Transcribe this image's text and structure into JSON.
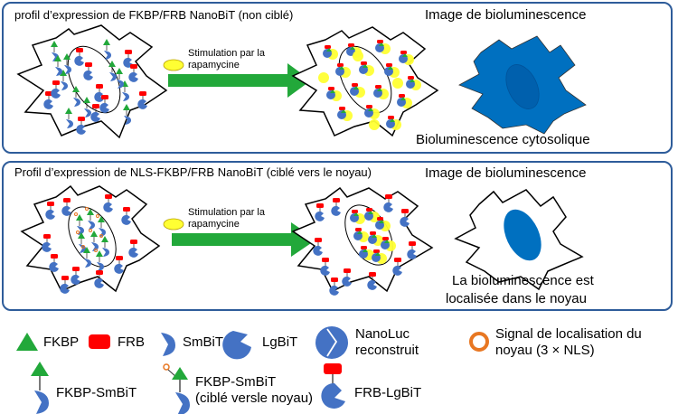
{
  "panels": [
    {
      "title": "profil d’expression de FKBP/FRB NanoBiT (non ciblé)",
      "image_label": "Image de bioluminescence",
      "stimulation": [
        "Stimulation par la",
        "rapamycine"
      ],
      "result": [
        "Bioluminescence cytosolique"
      ]
    },
    {
      "title": "Profil d’expression de NLS-FKBP/FRB NanoBiT (ciblé vers le noyau)",
      "image_label": "Image de bioluminescence",
      "stimulation": [
        "Stimulation par la",
        "rapamycine"
      ],
      "result": [
        "La bioluminescence est",
        "localisée dans le noyau"
      ]
    }
  ],
  "legend": {
    "fkbp": "FKBP",
    "frb": "FRB",
    "smbit": "SmBiT",
    "lgbit": "LgBiT",
    "nanoluc": [
      "NanoLuc",
      "reconstruit"
    ],
    "nls": [
      "Signal de localisation du",
      "noyau (3 × NLS)"
    ],
    "fkbp_smbit": "FKBP-SmBiT",
    "fkbp_smbit_nls": [
      "FKBP-SmBiT",
      "(ciblé versle noyau)"
    ],
    "frb_lgbit": "FRB-LgBiT"
  },
  "colors": {
    "border": "#2e5c9a",
    "blue": "#4472c4",
    "luminescence": "#0070c0",
    "green": "#22a83a",
    "red": "#ff0000",
    "yellow": "#ffff33",
    "orange": "#e87722"
  }
}
